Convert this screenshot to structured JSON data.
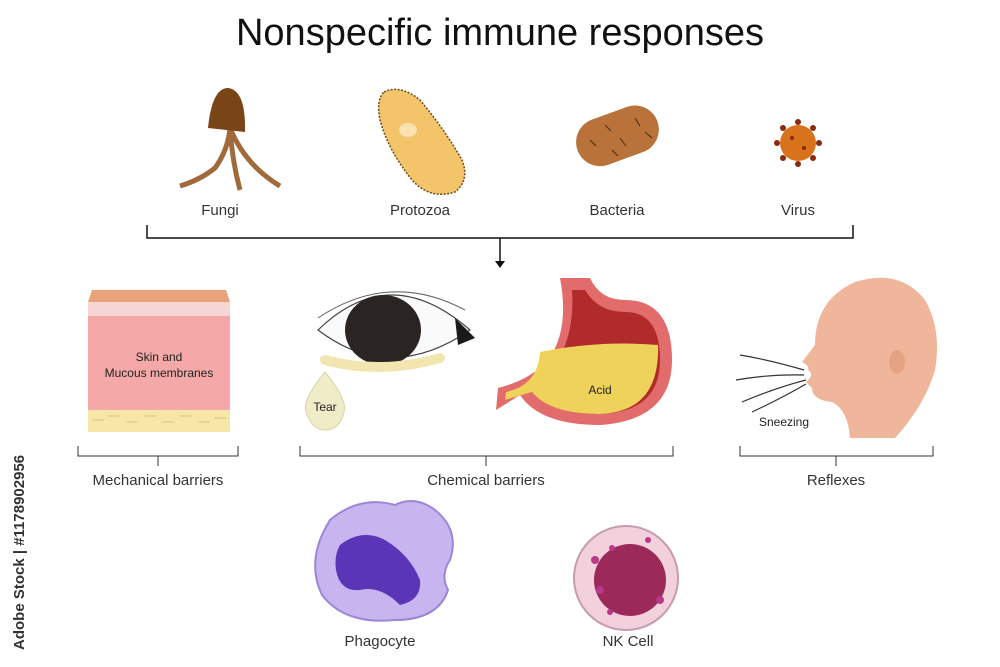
{
  "title": "Nonspecific immune responses",
  "pathogens": [
    {
      "label": "Fungi",
      "icon": "fungi-icon"
    },
    {
      "label": "Protozoa",
      "icon": "protozoa-icon"
    },
    {
      "label": "Bacteria",
      "icon": "bacteria-icon"
    },
    {
      "label": "Virus",
      "icon": "virus-icon"
    }
  ],
  "barriers": {
    "mechanical": {
      "label": "Mechanical barriers",
      "skin_text_1": "Skin and",
      "skin_text_2": "Mucous membranes"
    },
    "chemical": {
      "label": "Chemical barriers",
      "tear": "Tear",
      "acid": "Acid"
    },
    "reflexes": {
      "label": "Reflexes",
      "sneezing": "Sneezing"
    }
  },
  "cells": [
    {
      "label": "Phagocyte",
      "icon": "phagocyte-icon"
    },
    {
      "label": "NK Cell",
      "icon": "nk-cell-icon"
    }
  ],
  "watermark": "Adobe Stock | #1178902956",
  "colors": {
    "skin": "#f4a8a8",
    "fat": "#f6e7a8",
    "acid": "#efd25a",
    "stomach": "#e26b6b",
    "phagocyte": "#c8b4ee",
    "nk": "#9b2a5a"
  }
}
